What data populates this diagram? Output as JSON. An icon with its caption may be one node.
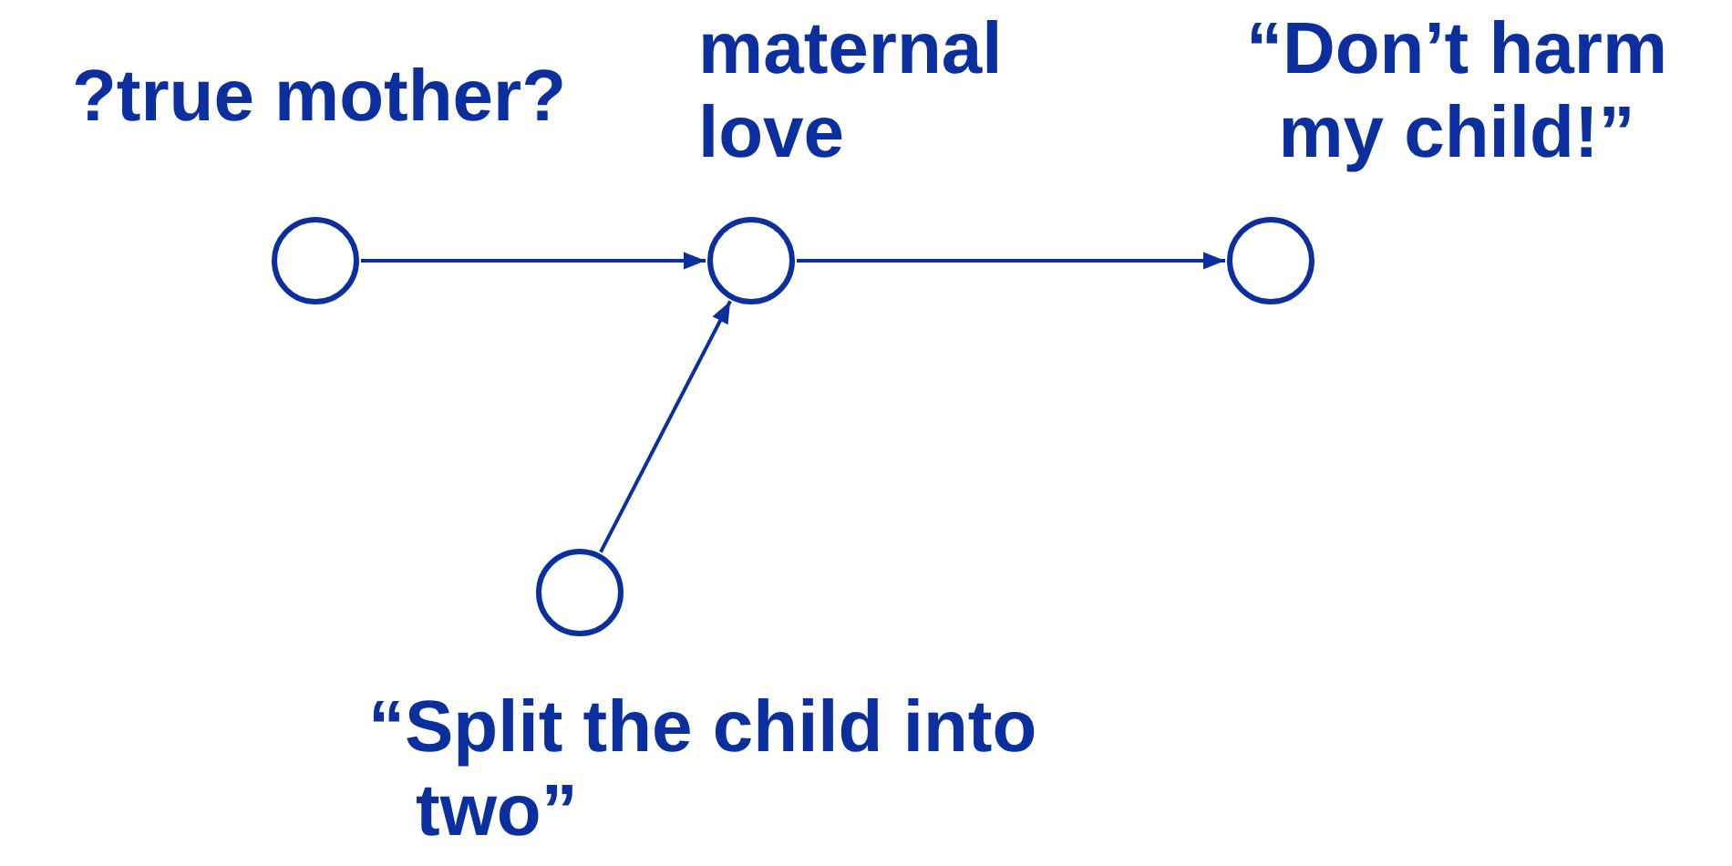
{
  "diagram": {
    "nodes": [
      {
        "text": [
          "?true mother?"
        ]
      },
      {
        "text": [
          "maternal love"
        ]
      },
      {
        "text": [
          "“Don’t harm my child!”"
        ]
      },
      {
        "text": [
          "“Split the child into two”"
        ]
      }
    ],
    "edges": [
      {
        "from": 0,
        "to": 1,
        "arrow": "to"
      },
      {
        "from": 1,
        "to": 2,
        "arrow": "to"
      },
      {
        "from": 3,
        "to": 1,
        "arrow": "to"
      }
    ]
  }
}
